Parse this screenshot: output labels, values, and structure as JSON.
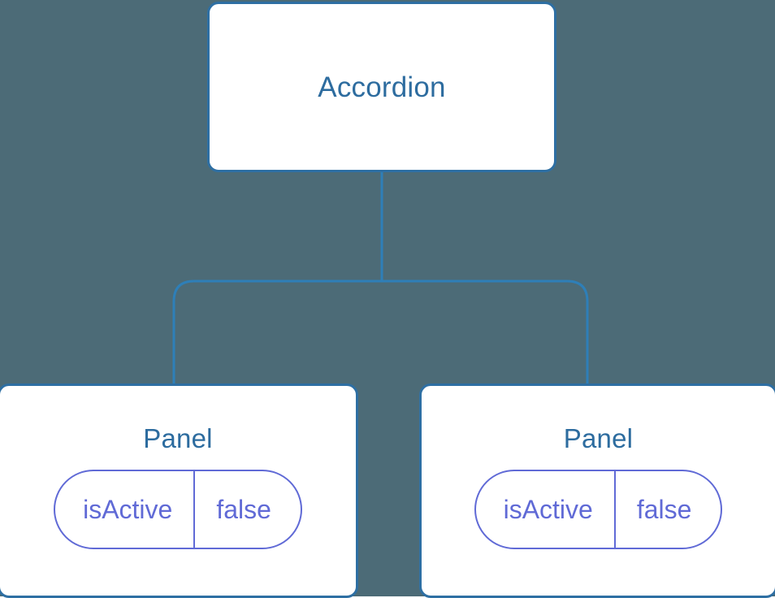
{
  "diagram": {
    "type": "component-tree",
    "background_color": "#4c6b77",
    "node_border_color": "#2e6fa3",
    "node_title_color": "#2d6c9f",
    "badge_color": "#606ad6",
    "connector_color": "#2e7fb8",
    "root": {
      "id": "accordion",
      "title": "Accordion"
    },
    "children": [
      {
        "id": "panel-left",
        "title": "Panel",
        "state": {
          "key": "isActive",
          "value": "false"
        }
      },
      {
        "id": "panel-right",
        "title": "Panel",
        "state": {
          "key": "isActive",
          "value": "false"
        }
      }
    ],
    "edges": [
      {
        "from": "accordion",
        "to": "panel-left"
      },
      {
        "from": "accordion",
        "to": "panel-right"
      }
    ]
  }
}
